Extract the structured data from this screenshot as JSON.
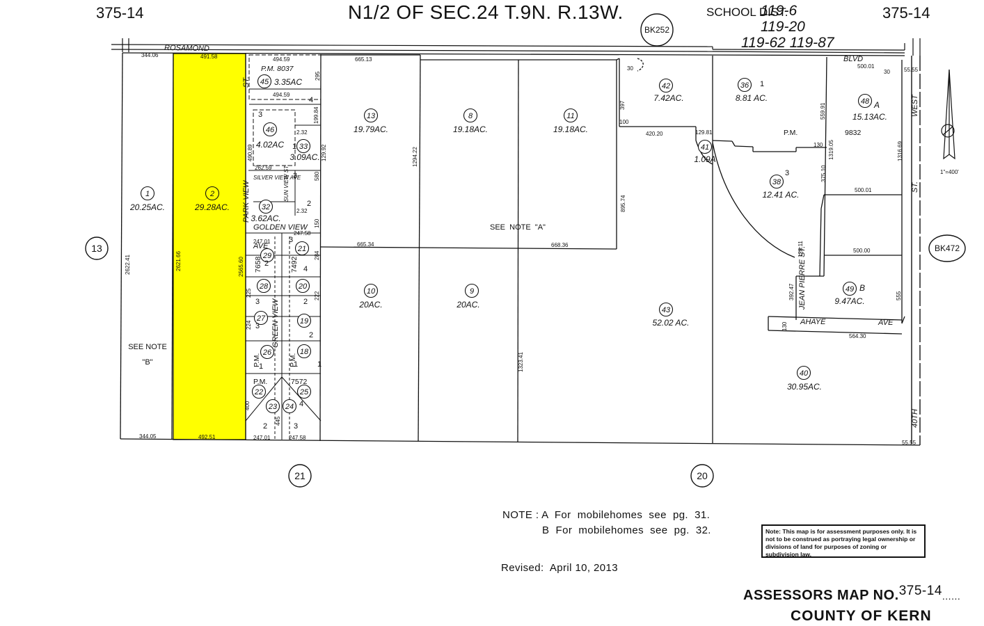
{
  "page_ref": "375-14",
  "title": "N1/2 OF SEC.24 T.9N. R.13W.",
  "school_district": {
    "label": "SCHOOL DIST.",
    "codes_line1": "119-6",
    "codes_line2": "119-20",
    "codes_line3": "119-62  119-87"
  },
  "book_refs": {
    "top": "BK252",
    "right": "BK472"
  },
  "adjacent_maps": {
    "left": "13",
    "bottom_left": "21",
    "bottom_right": "20"
  },
  "streets": {
    "rosamond": "ROSAMOND",
    "blvd": "BLVD",
    "west": "WEST",
    "st": "ST.",
    "fortieth": "40TH",
    "park_view": "PARK VIEW",
    "silver_view": "SILVER VIEW AVE",
    "sun_view": "SUN VIEW ST.",
    "golden_view": "GOLDEN VIEW",
    "ave": "AVE",
    "green_view": "GREEN VIEW",
    "jean_pierre": "JEAN PIERRE ST.",
    "ahaye": "AHAYE",
    "ave2": "AVE"
  },
  "parcels": [
    {
      "num": "1",
      "acres": "20.25AC.",
      "highlighted": false
    },
    {
      "num": "2",
      "acres": "29.28AC.",
      "highlighted": true
    },
    {
      "num": "45",
      "acres": "3.35AC"
    },
    {
      "num": "46",
      "acres": "4.02AC"
    },
    {
      "num": "33",
      "acres": "3.09AC."
    },
    {
      "num": "32",
      "acres": "3.62AC."
    },
    {
      "num": "13",
      "acres": "19.79AC."
    },
    {
      "num": "8",
      "acres": "19.18AC."
    },
    {
      "num": "11",
      "acres": "19.18AC."
    },
    {
      "num": "42",
      "acres": "7.42AC."
    },
    {
      "num": "36",
      "acres": "8.81 AC."
    },
    {
      "num": "48",
      "acres": "15.13AC."
    },
    {
      "num": "41",
      "acres": "1.09A"
    },
    {
      "num": "38",
      "acres": "12.41 AC."
    },
    {
      "num": "10",
      "acres": "20AC."
    },
    {
      "num": "9",
      "acres": "20AC."
    },
    {
      "num": "43",
      "acres": "52.02 AC."
    },
    {
      "num": "49",
      "acres": "9.47AC."
    },
    {
      "num": "40",
      "acres": "30.95AC."
    },
    {
      "num": "29",
      "acres": ""
    },
    {
      "num": "21",
      "acres": ""
    },
    {
      "num": "28",
      "acres": ""
    },
    {
      "num": "20",
      "acres": ""
    },
    {
      "num": "27",
      "acres": ""
    },
    {
      "num": "19",
      "acres": ""
    },
    {
      "num": "26",
      "acres": ""
    },
    {
      "num": "18",
      "acres": ""
    },
    {
      "num": "22",
      "acres": ""
    },
    {
      "num": "23",
      "acres": ""
    },
    {
      "num": "24",
      "acres": ""
    },
    {
      "num": "25",
      "acres": ""
    }
  ],
  "plat_map_refs": {
    "pm8037": "P.M. 8037",
    "pm9832_a": "P.M.",
    "pm9832_b": "9832",
    "pm7572_a": "P.M.",
    "pm7572_b": "7572",
    "pm7658": "7658",
    "pm7492": "7492",
    "pm_a": "P.M.",
    "pm_b": "P.M."
  },
  "see_notes": {
    "a": "SEE  NOTE  \"A\"",
    "b1": "SEE NOTE",
    "b2": "\"B\""
  },
  "dimensions": {
    "d1": "344.06",
    "d2": "491.58",
    "d3": "494.59",
    "d4": "494.59",
    "d5": "665.13",
    "d6": "2622.41",
    "d7": "2621.66",
    "d8": "2565.60",
    "d9": "1294.22",
    "d10": "1323.41",
    "d11": "665.34",
    "d12": "668.36",
    "d13": "895.74",
    "d14": "397",
    "d15": "420.20",
    "d16": "129.81",
    "d17": "500.01",
    "d18": "559.91",
    "d19": "1319.05",
    "d20": "1316.69",
    "d21": "500.01",
    "d22": "500.00",
    "d23": "375.10",
    "d24": "392.47",
    "d25": "564.30",
    "d26": "344.05",
    "d27": "492.51",
    "d28": "247.01",
    "d29": "247.58",
    "d30": "262.59",
    "d31": "490.89",
    "d32": "199.84",
    "d33": "129.92",
    "d34": "580",
    "d35": "295",
    "d36": "55.55",
    "d37": "55.55",
    "d38": "555",
    "d39": "130",
    "d40": "128.11",
    "d41": "100",
    "d42": "30",
    "d43": "30",
    "d44": "150",
    "d45": "284",
    "d46": "225",
    "d47": "222",
    "d48": "224",
    "d49": "400",
    "d50": "445",
    "d51": "2.32",
    "d52": "2.32",
    "d53": "247.01",
    "d54": "247.58",
    "d55": "130"
  },
  "lot_numbers": [
    "3",
    "4",
    "2",
    "1",
    "1",
    "3",
    "2",
    "3",
    "4",
    "3",
    "2",
    "1",
    "2",
    "3",
    "1",
    "2",
    "3",
    "1",
    "4",
    "3",
    "B",
    "A"
  ],
  "scale": "1\"=400'",
  "notes": {
    "line1": "NOTE : A  For  mobilehomes  see  pg.  31.",
    "line2": "B  For  mobilehomes  see  pg.  32."
  },
  "revised": "Revised:  April 10, 2013",
  "disclaimer": "Note: This map is for assessment purposes only. It is not to be construed as portraying legal ownership or divisions of land for purposes of zoning or subdivision law.",
  "assessors_map": {
    "label": "ASSESSORS MAP NO.",
    "number": "375-14",
    "dots": "......"
  },
  "county": "COUNTY OF KERN",
  "colors": {
    "highlight": "#ffff00",
    "ink": "#111111"
  }
}
